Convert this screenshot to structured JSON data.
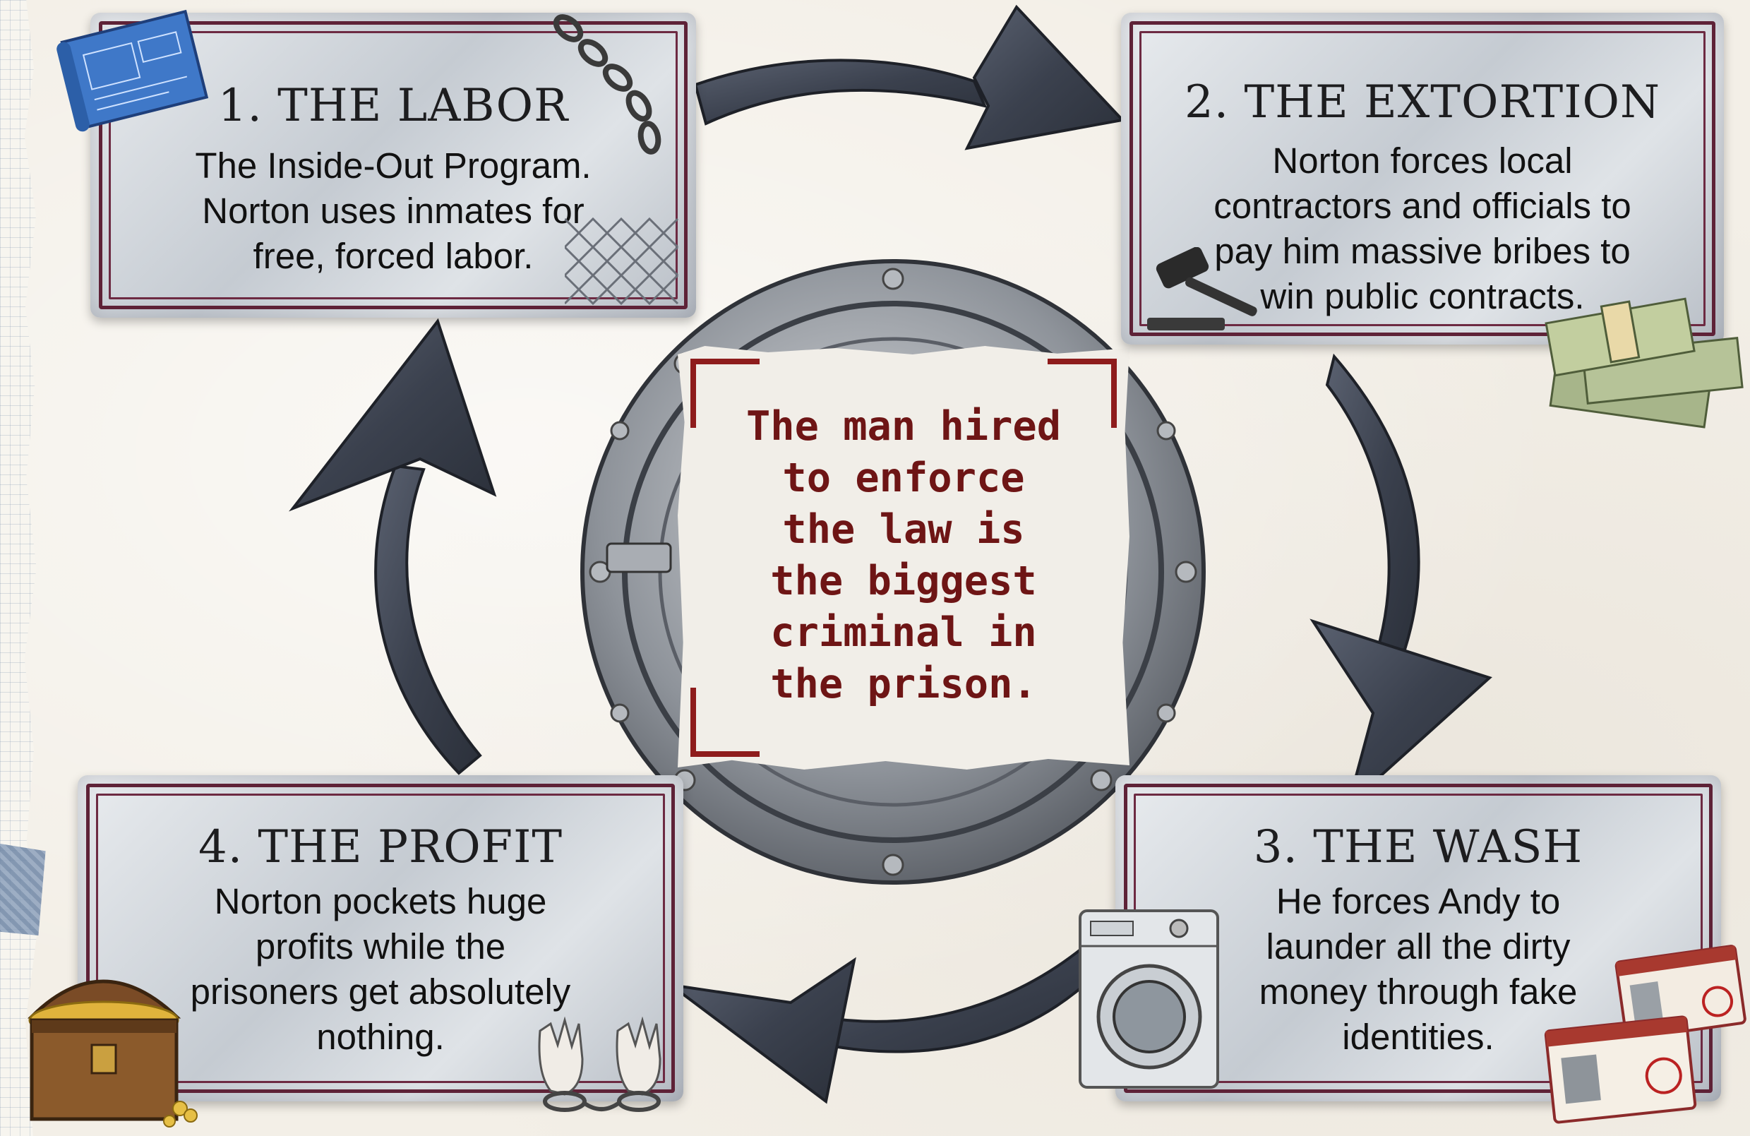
{
  "cards": {
    "labor": {
      "title": "1. THE LABOR",
      "body": [
        "The Inside-Out Program.",
        "Norton uses inmates for",
        "free, forced labor."
      ]
    },
    "extortion": {
      "title": "2. THE EXTORTION",
      "body": [
        "Norton forces local",
        "contractors and officials to",
        "pay him massive bribes to",
        "win public contracts."
      ]
    },
    "wash": {
      "title": "3. THE WASH",
      "body": [
        "He forces Andy to",
        "launder all the dirty",
        "money through fake",
        "identities."
      ]
    },
    "profit": {
      "title": "4. THE PROFIT",
      "body": [
        "Norton pockets huge",
        "profits while the",
        "prisoners get absolutely",
        "nothing."
      ]
    }
  },
  "center_note": {
    "lines": [
      "The man hired",
      "to enforce",
      "the law is",
      "the biggest",
      "criminal in",
      "the prison."
    ]
  },
  "colors": {
    "card_border": "#5e2237",
    "note_text": "#6e1515",
    "arrow": "#3e4452"
  },
  "icons": [
    "blueprint-icon",
    "chain-icon",
    "chain-link-fence-icon",
    "gavel-icon",
    "cash-stack-icon",
    "washing-machine-icon",
    "fake-id-card-icon",
    "treasure-chest-icon",
    "handcuffed-hands-icon",
    "vault-door-icon"
  ]
}
